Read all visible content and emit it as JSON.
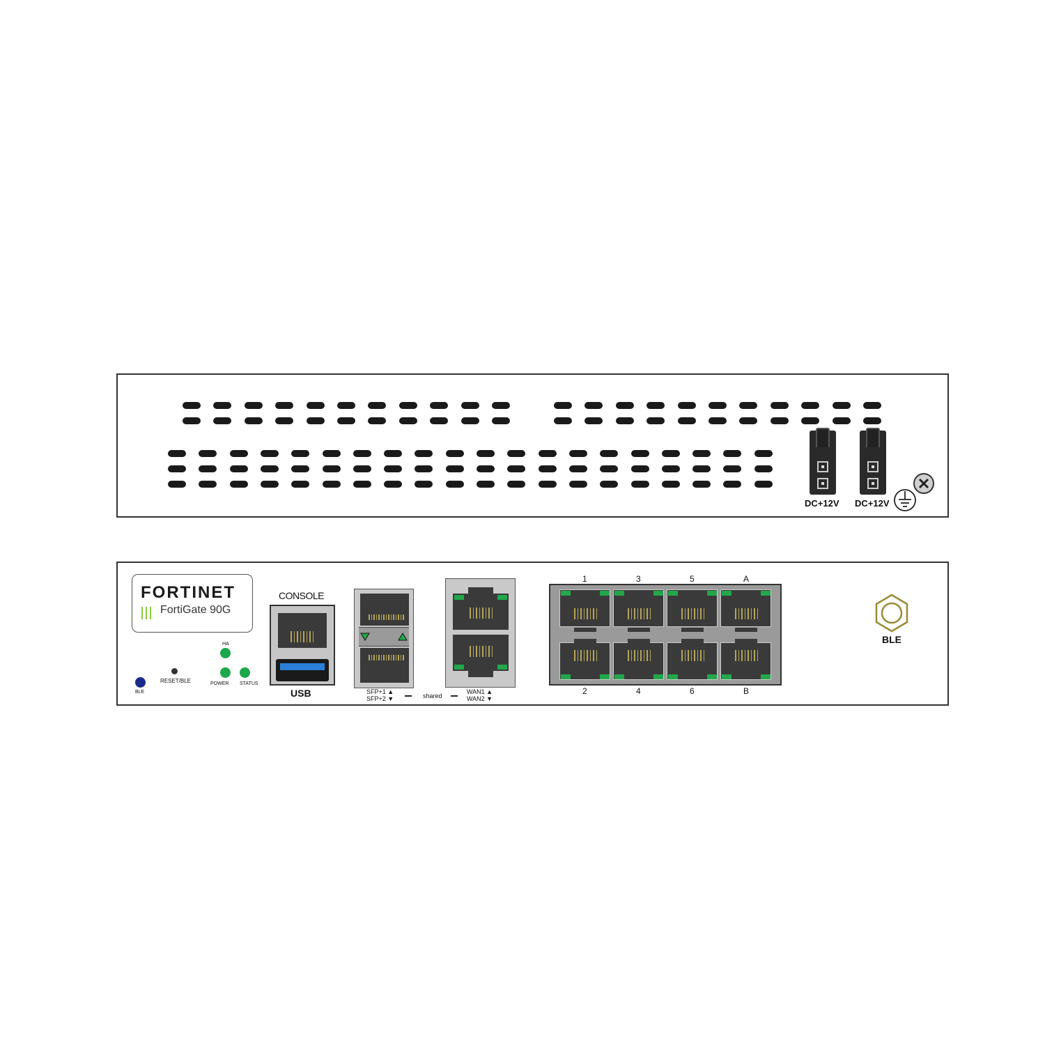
{
  "rear": {
    "power_labels": [
      "DC+12V",
      "DC+12V"
    ],
    "ground_icon": "ground-icon",
    "screw_icon": "screw-icon"
  },
  "front": {
    "brand": "FORTINET",
    "model": "FortiGate 90G",
    "leds": {
      "ble": "BLE",
      "reset": "RESET/BLE",
      "ha": "HA",
      "power": "POWER",
      "status": "STATUS"
    },
    "console_label": "CONSOLE",
    "usb_label": "USB",
    "sfp_labels": [
      "SFP+1",
      "SFP+2"
    ],
    "shared_label": "shared",
    "wan_labels": [
      "WAN1",
      "WAN2"
    ],
    "top_port_labels": [
      "1",
      "3",
      "5",
      "A"
    ],
    "bottom_port_labels": [
      "2",
      "4",
      "6",
      "B"
    ],
    "antenna_label": "BLE"
  },
  "colors": {
    "led_green": "#1aa84a",
    "ble_led": "#1c2a8c",
    "usb_blue": "#2a7fd8",
    "logo_red": "#d8232a",
    "accent_green": "#8dc63f"
  }
}
